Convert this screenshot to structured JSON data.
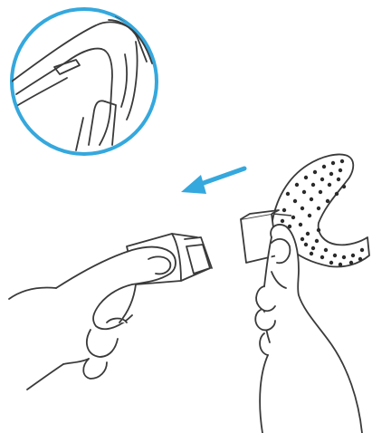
{
  "illustration": {
    "inset_circle_color": "#35a8dd",
    "arrow_color": "#35a8dd",
    "line_color": "#3a3a3a",
    "perforation_color": "#2a2a2a"
  },
  "icons": {
    "inset": "magnified-tray-handle-detail",
    "arrow": "left-arrow",
    "left_hand": "hand-holding-handle-sleeve",
    "right_hand": "hand-holding-impression-tray",
    "tray": "perforated-impression-tray"
  }
}
